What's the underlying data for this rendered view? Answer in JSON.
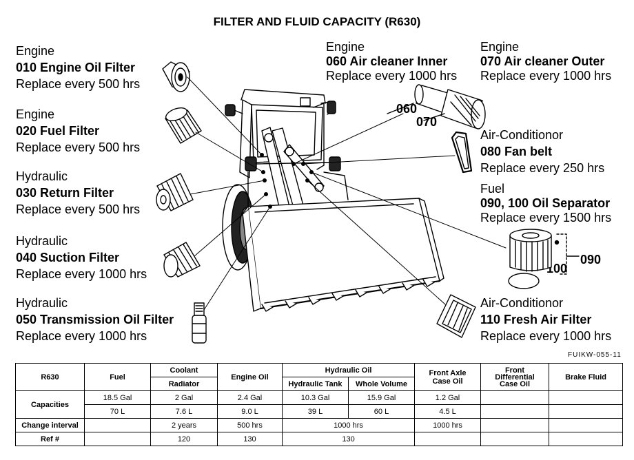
{
  "title": "FILTER AND FLUID CAPACITY (R630)",
  "figure_code": "FUIKW-055-11",
  "callouts_left": [
    {
      "category": "Engine",
      "name": "010 Engine Oil Filter",
      "replace": "Replace every 500 hrs"
    },
    {
      "category": "Engine",
      "name": "020 Fuel Filter",
      "replace": "Replace every 500 hrs"
    },
    {
      "category": "Hydraulic",
      "name": "030 Return Filter",
      "replace": "Replace every 500 hrs"
    },
    {
      "category": "Hydraulic",
      "name": "040 Suction Filter",
      "replace": "Replace every 1000 hrs"
    },
    {
      "category": "Hydraulic",
      "name": "050 Transmission Oil Filter",
      "replace": "Replace every 1000 hrs"
    }
  ],
  "callouts_top": [
    {
      "category": "Engine",
      "name": "060 Air cleaner Inner",
      "replace": "Replace every 1000 hrs"
    },
    {
      "category": "Engine",
      "name": "070 Air cleaner Outer",
      "replace": "Replace every 1000 hrs"
    }
  ],
  "callouts_right": [
    {
      "category": "Air-Conditionor",
      "name": "080 Fan belt",
      "replace": "Replace every 250 hrs"
    },
    {
      "category": "Fuel",
      "name": "090, 100 Oil Separator",
      "replace": "Replace every 1500 hrs"
    },
    {
      "category": "Air-Conditionor",
      "name": "110 Fresh Air Filter",
      "replace": "Replace every 1000 hrs"
    }
  ],
  "diagram_numbers": {
    "n060": "060",
    "n070": "070",
    "n090": "090",
    "n100": "100"
  },
  "table": {
    "model": "R630",
    "fuel": "Fuel",
    "coolant": "Coolant",
    "radiator": "Radiator",
    "engine_oil": "Engine Oil",
    "hydraulic_oil": "Hydraulic Oil",
    "hydraulic_tank": "Hydraulic Tank",
    "whole_volume": "Whole Volume",
    "front_axle_1": "Front Axle",
    "front_axle_2": "Case Oil",
    "front_diff_1": "Front",
    "front_diff_2": "Differential",
    "front_diff_3": "Case Oil",
    "brake_fluid": "Brake Fluid",
    "capacities_label": "Capacities",
    "row_gal": [
      "18.5 Gal",
      "2 Gal",
      "2.4 Gal",
      "10.3 Gal",
      "15.9 Gal",
      "1.2 Gal",
      "",
      ""
    ],
    "row_l": [
      "70 L",
      "7.6 L",
      "9.0 L",
      "39 L",
      "60 L",
      "4.5 L",
      "",
      ""
    ],
    "change_label": "Change interval",
    "change_fuel": "",
    "change_radiator": "2 years",
    "change_engine": "500 hrs",
    "change_hydraulic": "1000 hrs",
    "change_axle": "1000 hrs",
    "change_diff": "",
    "change_brake": "",
    "ref_label": "Ref #",
    "ref_fuel": "",
    "ref_radiator": "120",
    "ref_engine": "130",
    "ref_hydraulic": "130",
    "ref_axle": "",
    "ref_diff": "",
    "ref_brake": ""
  }
}
